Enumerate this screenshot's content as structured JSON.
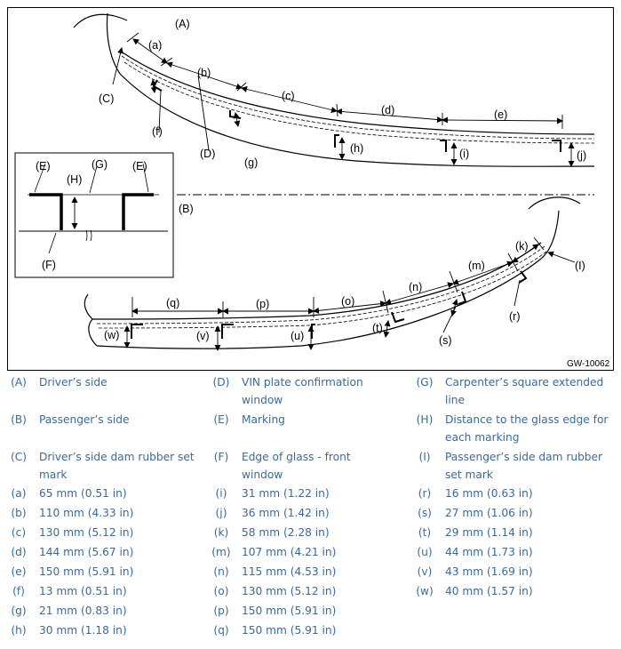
{
  "figure": {
    "code": "GW-10062",
    "callouts": {
      "A": "(A)",
      "B": "(B)",
      "C": "(C)",
      "D": "(D)",
      "E": "(E)",
      "F": "(F)",
      "G": "(G)",
      "H": "(H)",
      "I": "(I)",
      "a": "(a)",
      "b": "(b)",
      "c": "(c)",
      "d": "(d)",
      "e": "(e)",
      "f": "(f)",
      "g": "(g)",
      "h": "(h)",
      "i": "(i)",
      "j": "(j)",
      "k": "(k)",
      "m": "(m)",
      "n": "(n)",
      "o": "(o)",
      "p": "(p)",
      "q": "(q)",
      "r": "(r)",
      "s": "(s)",
      "t": "(t)",
      "u": "(u)",
      "v": "(v)",
      "w": "(w)"
    }
  },
  "legend": {
    "col1": [
      {
        "key": "(A)",
        "text": "Driver’s side"
      },
      {
        "key": "(B)",
        "text": "Passenger’s side"
      },
      {
        "key": "(C)",
        "text": "Driver’s side dam rubber set mark"
      },
      {
        "key": "(a)",
        "text": "65 mm (0.51 in)"
      },
      {
        "key": "(b)",
        "text": "110 mm (4.33 in)"
      },
      {
        "key": "(c)",
        "text": "130 mm (5.12 in)"
      },
      {
        "key": "(d)",
        "text": "144 mm (5.67 in)"
      },
      {
        "key": "(e)",
        "text": "150 mm (5.91 in)"
      },
      {
        "key": "(f)",
        "text": "13 mm (0.51 in)"
      },
      {
        "key": "(g)",
        "text": "21 mm (0.83 in)"
      },
      {
        "key": "(h)",
        "text": "30 mm (1.18 in)"
      }
    ],
    "col2": [
      {
        "key": "(D)",
        "text": "VIN plate confirmation window"
      },
      {
        "key": "(E)",
        "text": "Marking"
      },
      {
        "key": "(F)",
        "text": "Edge of glass - front window"
      },
      {
        "key": "(i)",
        "text": "31 mm (1.22 in)"
      },
      {
        "key": "(j)",
        "text": "36 mm (1.42 in)"
      },
      {
        "key": "(k)",
        "text": "58 mm (2.28 in)"
      },
      {
        "key": "(m)",
        "text": "107 mm (4.21 in)"
      },
      {
        "key": "(n)",
        "text": "115 mm (4.53 in)"
      },
      {
        "key": "(o)",
        "text": "130 mm (5.12 in)"
      },
      {
        "key": "(p)",
        "text": "150 mm (5.91 in)"
      },
      {
        "key": "(q)",
        "text": "150 mm (5.91 in)"
      }
    ],
    "col3": [
      {
        "key": "(G)",
        "text": "Carpenter’s square extended line"
      },
      {
        "key": "(H)",
        "text": "Distance to the glass edge for each marking"
      },
      {
        "key": "(I)",
        "text": "Passenger’s side dam rubber set mark"
      },
      {
        "key": "(r)",
        "text": "16 mm (0.63 in)"
      },
      {
        "key": "(s)",
        "text": "27 mm (1.06 in)"
      },
      {
        "key": "(t)",
        "text": "29 mm (1.14 in)"
      },
      {
        "key": "(u)",
        "text": "44 mm (1.73 in)"
      },
      {
        "key": "(v)",
        "text": "43 mm (1.69 in)"
      },
      {
        "key": "(w)",
        "text": "40 mm (1.57 in)"
      }
    ]
  }
}
